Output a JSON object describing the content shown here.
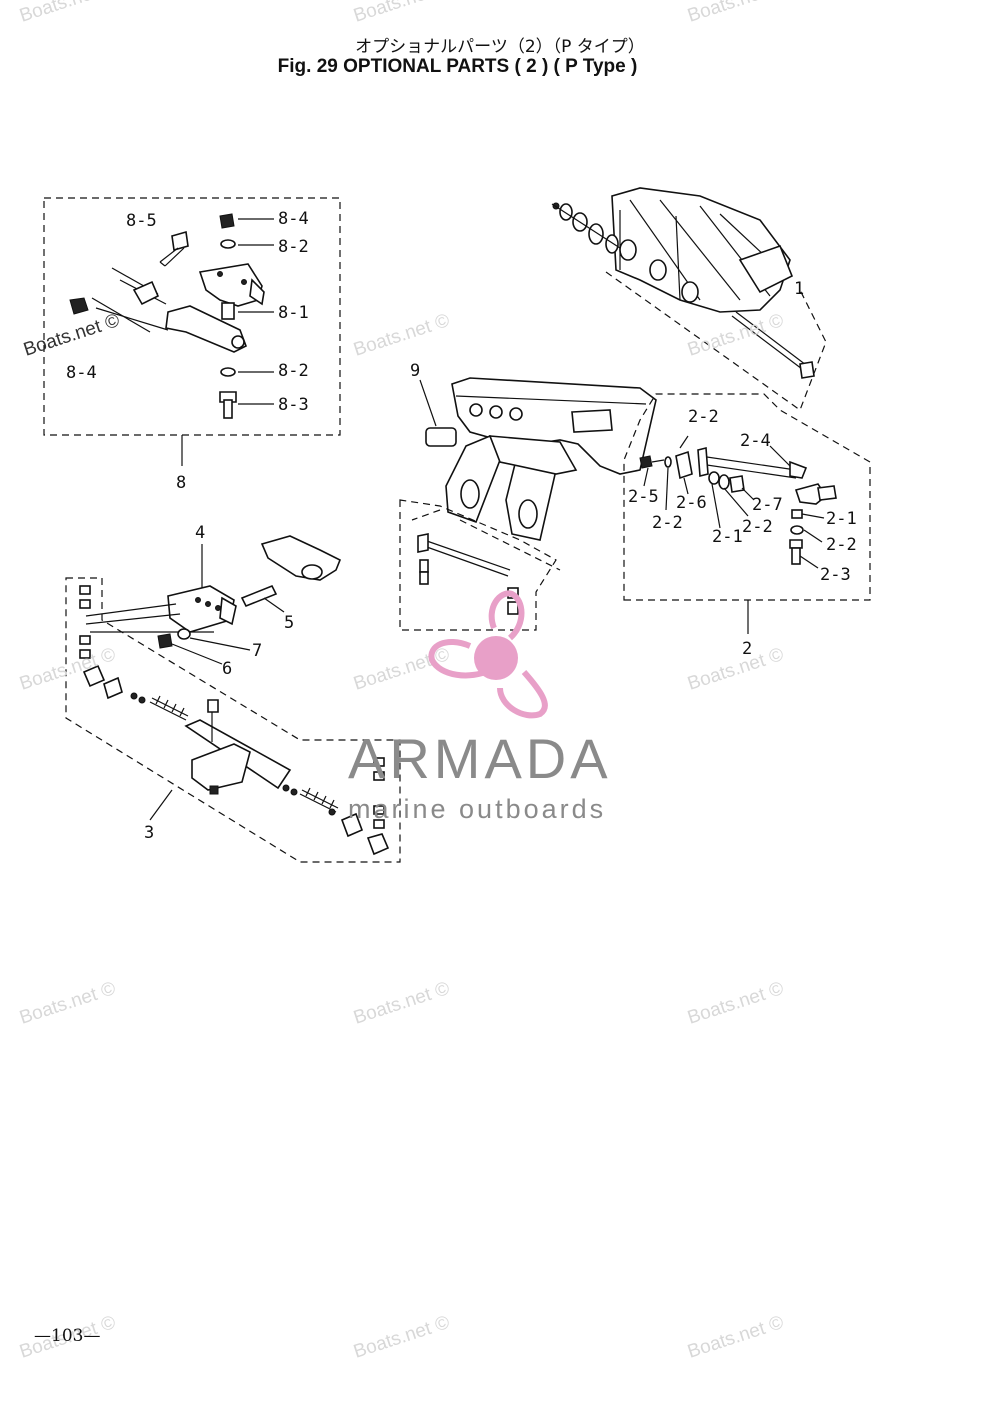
{
  "header": {
    "title_jp": "オプショナルパーツ（2）（P タイプ）",
    "title_en": "Fig. 29   OPTIONAL PARTS ( 2 ) ( P Type )"
  },
  "callouts": {
    "c_8_5": "8-5",
    "c_8_4a": "8-4",
    "c_8_2a": "8-2",
    "c_8_1": "8-1",
    "c_8_4b": "8-4",
    "c_8_2b": "8-2",
    "c_8_3": "8-3",
    "c_8": "8",
    "c_9": "9",
    "c_1": "1",
    "c_2_2a": "2-2",
    "c_2_4": "2-4",
    "c_2_5": "2-5",
    "c_2_6": "2-6",
    "c_2_2b": "2-2",
    "c_2_7": "2-7",
    "c_2_1a": "2-1",
    "c_2_2c": "2-2",
    "c_2_1b": "2-1",
    "c_2_2d": "2-2",
    "c_2_3": "2-3",
    "c_2": "2",
    "c_4": "4",
    "c_5": "5",
    "c_7": "7",
    "c_6": "6",
    "c_3": "3"
  },
  "watermark": "Boats.net ©",
  "logo": {
    "name": "ARMADA",
    "tagline": "marine outboards",
    "color": "#e8a0c8"
  },
  "page_number": "—103—"
}
